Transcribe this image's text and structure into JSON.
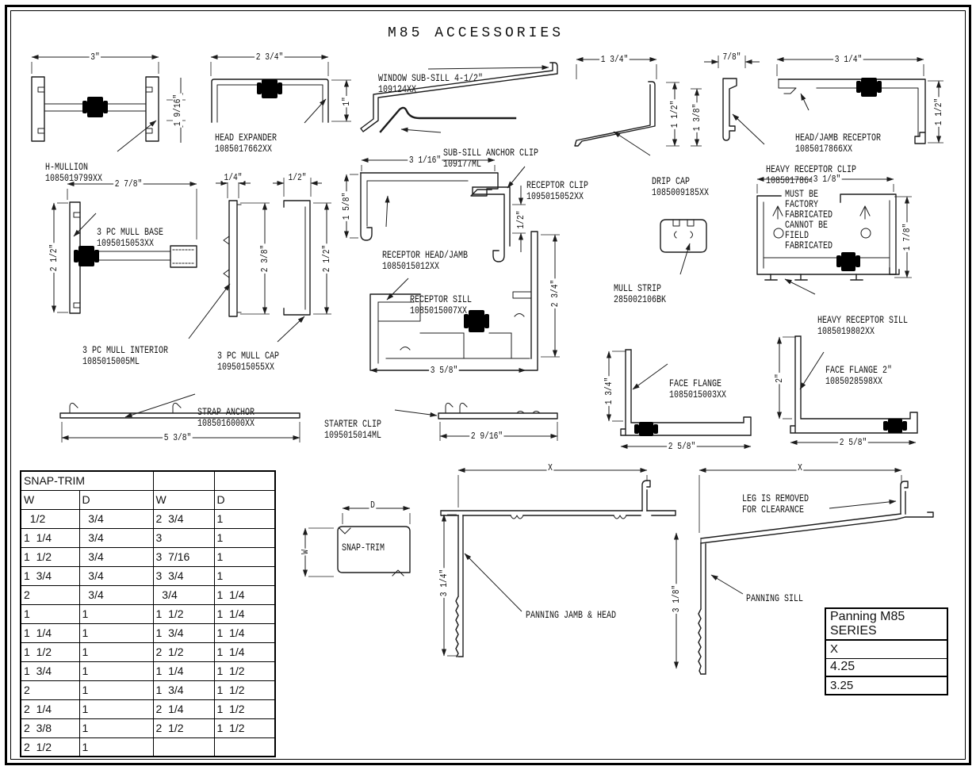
{
  "title": "M85 ACCESSORIES",
  "parts": {
    "h_mullion": {
      "name": "H-MULLION",
      "part": "1085019799XX"
    },
    "head_expander": {
      "name": "HEAD EXPANDER",
      "part": "1085017662XX"
    },
    "window_sub_sill": {
      "name": "WINDOW SUB-SILL 4-1/2\"",
      "part": "109124XX"
    },
    "sub_sill_anchor_clip": {
      "name": "SUB-SILL ANCHOR CLIP",
      "part": "109177ML"
    },
    "drip_cap": {
      "name": "DRIP CAP",
      "part": "1085009185XX"
    },
    "heavy_receptor_clip": {
      "name": "HEAVY RECEPTOR CLIP",
      "part": "1085017864XX"
    },
    "head_jamb_receptor": {
      "name": "HEAD/JAMB RECEPTOR",
      "part": "1085017866XX"
    },
    "mull_base": {
      "name": "3 PC MULL BASE",
      "part": "1095015053XX"
    },
    "mull_interior": {
      "name": "3 PC MULL INTERIOR",
      "part": "1085015005ML"
    },
    "mull_cap": {
      "name": "3 PC MULL CAP",
      "part": "1095015055XX"
    },
    "receptor_head_jamb": {
      "name": "RECEPTOR HEAD/JAMB",
      "part": "1085015012XX"
    },
    "receptor_clip": {
      "name": "RECEPTOR CLIP",
      "part": "1095015052XX"
    },
    "receptor_sill": {
      "name": "RECEPTOR SILL",
      "part": "1085015007XX"
    },
    "mull_strip": {
      "name": "MULL STRIP",
      "part": "285002106BK"
    },
    "heavy_receptor_sill": {
      "name": "HEAVY RECEPTOR SILL",
      "part": "1085019802XX"
    },
    "strap_anchor": {
      "name": "STRAP ANCHOR",
      "part": "1085016000XX"
    },
    "starter_clip": {
      "name": "STARTER CLIP",
      "part": "1095015014ML"
    },
    "face_flange": {
      "name": "FACE FLANGE",
      "part": "1085015003XX"
    },
    "face_flange_2": {
      "name": "FACE FLANGE 2\"",
      "part": "1085028598XX"
    },
    "panning_jamb_head": {
      "name": "PANNING JAMB & HEAD"
    },
    "panning_sill": {
      "name": "PANNING SILL"
    },
    "snap_trim_profile": {
      "name": "SNAP-TRIM"
    }
  },
  "notes": {
    "factory": "MUST BE\nFACTORY\nFABRICATED\nCANNOT BE\nFIELD\nFABRICATED",
    "leg_removed": "LEG IS REMOVED\nFOR CLEARANCE"
  },
  "dims": {
    "mullion_w": "3\"",
    "mullion_h": "1 9/16\"",
    "he_w": "2 3/4\"",
    "he_h": "1\"",
    "rhj_w": "3 1/16\"",
    "rhj_h": "1 5/8\"",
    "rclip_h": "1/2\"",
    "rsill_w": "3 5/8\"",
    "rsill_h": "2 3/4\"",
    "dc_w": "1 3/4\"",
    "dc_h1": "1 1/2\"",
    "dc_h2": "1 3/8\"",
    "hrc_w": "7/8\"",
    "hjr_w": "3 1/4\"",
    "hjr_h": "1 1/2\"",
    "mb_w": "2 7/8\"",
    "mb_h": "2 1/2\"",
    "mc_w": "1/4\"",
    "mc_h": "2 3/8\"",
    "cc_w": "1/2\"",
    "cc_h": "2 1/2\"",
    "hrs_w": "3 1/8\"",
    "hrs_h": "1 7/8\"",
    "sa_w": "5 3/8\"",
    "sc_w": "2 9/16\"",
    "ff_h": "1 3/4\"",
    "ff_w": "2 5/8\"",
    "ff2_h": "2\"",
    "ff2_w": "2 5/8\"",
    "st_d": "D",
    "st_w": "W",
    "pjh_x": "X",
    "pjh_h": "3 1/4\"",
    "ps_x": "X",
    "ps_h": "3 1/8\""
  },
  "snap_trim": {
    "title": "SNAP-TRIM",
    "headers": [
      "W",
      "D",
      "W",
      "D"
    ],
    "rows": [
      [
        "  1/2",
        "  3/4",
        "2  3/4",
        "1"
      ],
      [
        "1  1/4",
        "  3/4",
        "3",
        "1"
      ],
      [
        "1  1/2",
        "  3/4",
        "3  7/16",
        "1"
      ],
      [
        "1  3/4",
        "  3/4",
        "3  3/4",
        "1"
      ],
      [
        "2",
        "  3/4",
        "  3/4",
        "1  1/4"
      ],
      [
        "1",
        "1",
        "1  1/2",
        "1  1/4"
      ],
      [
        "1  1/4",
        "1",
        "1  3/4",
        "1  1/4"
      ],
      [
        "1  1/2",
        "1",
        "2  1/2",
        "1  1/4"
      ],
      [
        "1  3/4",
        "1",
        "1  1/4",
        "1  1/2"
      ],
      [
        "2",
        "1",
        "1  3/4",
        "1  1/2"
      ],
      [
        "2  1/4",
        "1",
        "2  1/4",
        "1  1/2"
      ],
      [
        "2  3/8",
        "1",
        "2  1/2",
        "1  1/2"
      ],
      [
        "2  1/2",
        "1",
        "",
        ""
      ]
    ]
  },
  "panning_table": {
    "title": "Panning M85 SERIES",
    "header": "X",
    "values": [
      "4.25",
      "3.25"
    ]
  }
}
